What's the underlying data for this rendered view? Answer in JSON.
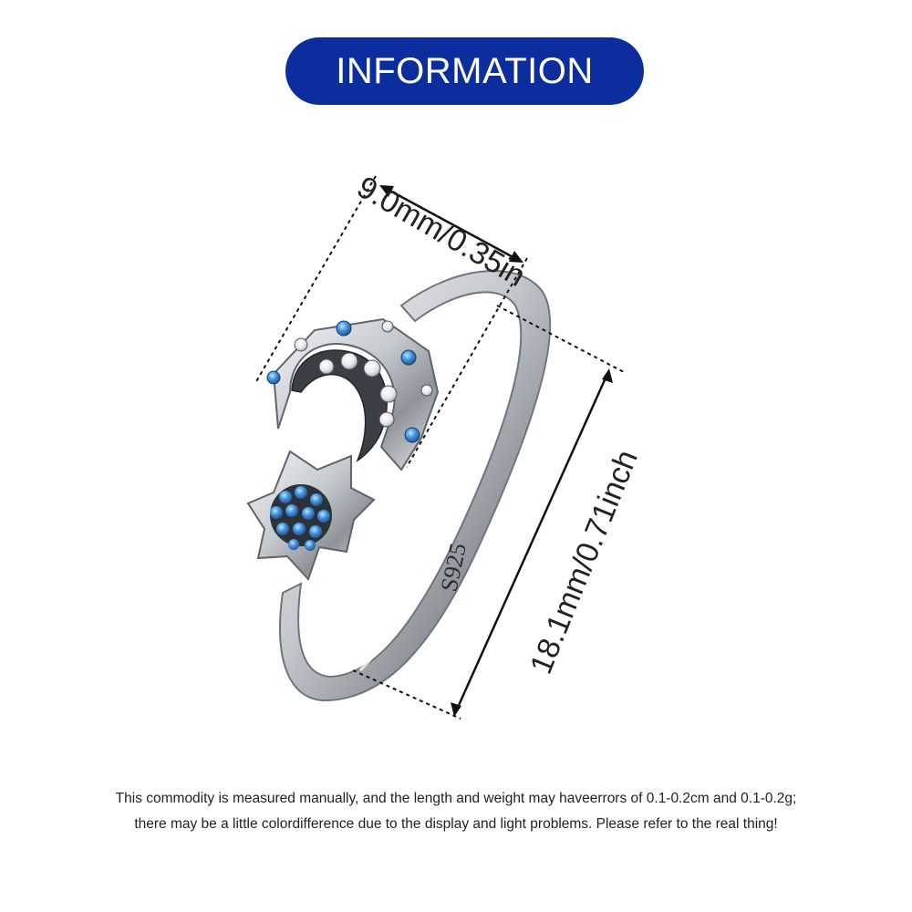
{
  "banner": {
    "title": "INFORMATION"
  },
  "dimensions": {
    "width_label": "9.0mm/0.35in",
    "height_label": "18.1mm/0.71inch"
  },
  "ring": {
    "stamp": "S925"
  },
  "note": {
    "line1": "This commodity is measured manually, and the length and weight may haveerrors of 0.1-0.2cm and 0.1-0.2g;",
    "line2": "there may be a little colordifference due to the display and light problems. Please refer to the real thing!"
  },
  "colors": {
    "banner": "#0c2d9e",
    "silver": "#c9cdd2",
    "stone_blue": "#3d8fd8",
    "stone_clear": "#f2f4f6"
  }
}
